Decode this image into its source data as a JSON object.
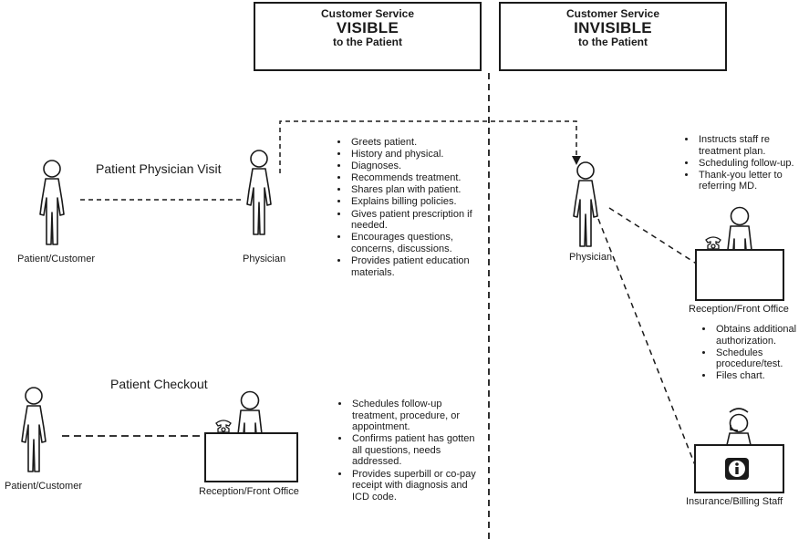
{
  "header_left": {
    "line1": "Customer Service",
    "line2": "VISIBLE",
    "line3": "to  the Patient"
  },
  "header_right": {
    "line1": "Customer Service",
    "line2": "INVISIBLE",
    "line3": "to  the Patient"
  },
  "visit": {
    "heading": "Patient Physician Visit",
    "patient_label": "Patient/Customer",
    "physician_label": "Physician",
    "tasks": [
      "Greets patient.",
      "History and physical.",
      "Diagnoses.",
      "Recommends treatment.",
      "Shares plan with patient.",
      "Explains billing policies.",
      "Gives patient prescription if needed.",
      "Encourages questions, concerns, discussions.",
      "Provides patient education materials."
    ]
  },
  "checkout": {
    "heading": "Patient Checkout",
    "patient_label": "Patient/Customer",
    "reception_label": "Reception/Front Office",
    "tasks": [
      "Schedules  follow-up treatment, procedure, or appointment.",
      "Confirms patient has gotten all questions, needs addressed.",
      "Provides superbill or co-pay receipt with diagnosis and ICD code."
    ]
  },
  "backoffice": {
    "physician_label": "Physician",
    "physician_tasks": [
      "Instructs staff re treatment plan.",
      "Scheduling  follow-up.",
      "Thank-you letter to referring MD."
    ],
    "reception_label": "Reception/Front Office",
    "reception_tasks": [
      "Obtains additional authorization.",
      "Schedules procedure/test.",
      "Files chart."
    ],
    "billing_label": "Insurance/Billing Staff"
  }
}
